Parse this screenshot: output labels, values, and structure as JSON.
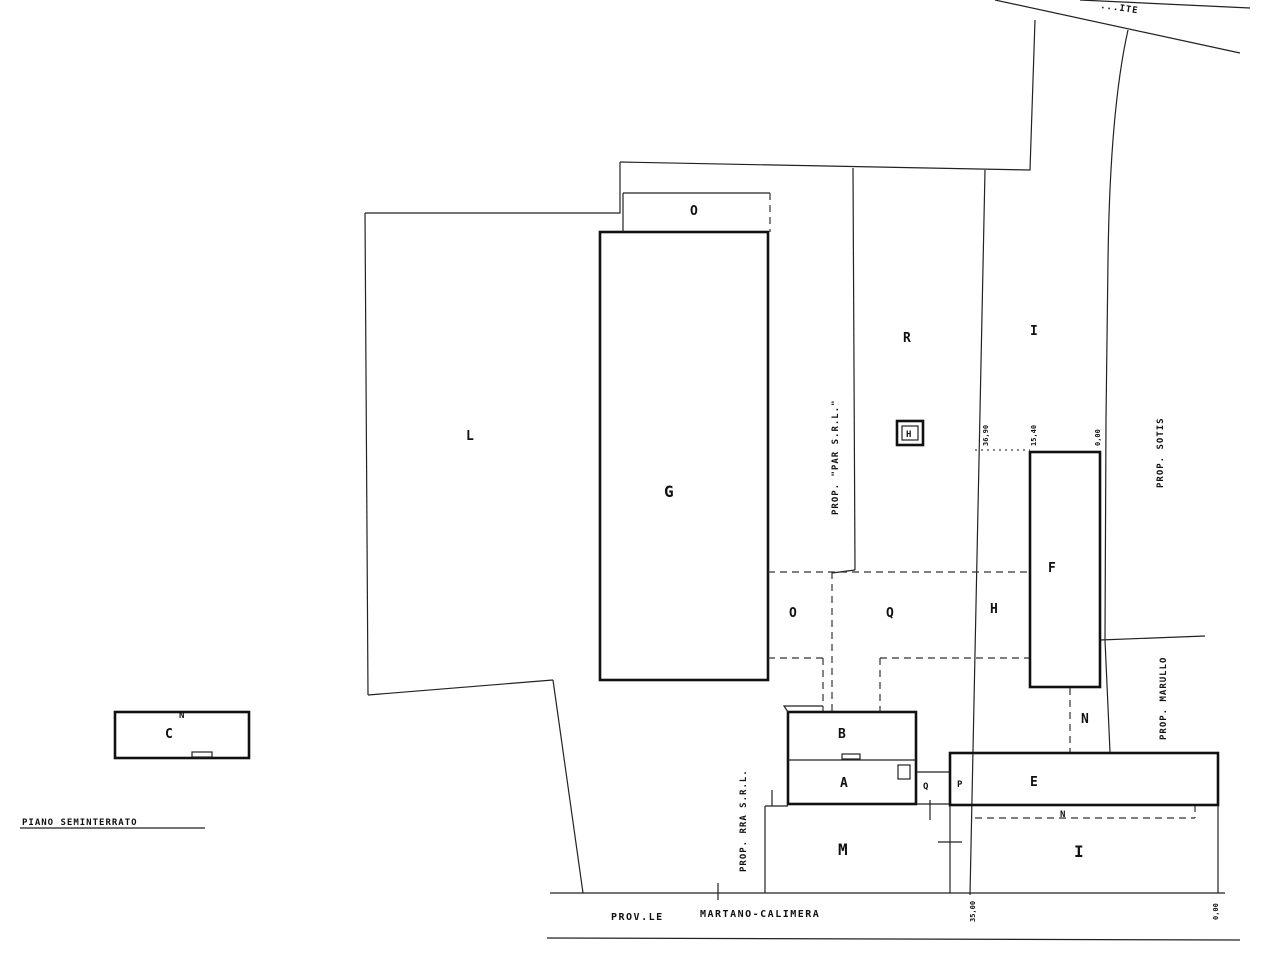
{
  "plan": {
    "title": "PIANO SEMINTERRATO",
    "road_label_left": "PROV.LE",
    "road_label_right": "MARTANO-CALIMERA",
    "top_road_label": "...ITE",
    "prop_par": "PROP. \"PAR S.R.L.\"",
    "prop_sotis": "PROP. SOTIS",
    "prop_marullo": "PROP. MARULLO",
    "prop_rra": "PROP. RRA S.R.L.",
    "dim_a": "35,00",
    "dim_b": "0,00",
    "dim_c": "36,90",
    "dim_d": "15,40",
    "dim_e": "0,00"
  },
  "zones": {
    "o_top": "O",
    "g": "G",
    "l": "L",
    "r": "R",
    "i_top": "I",
    "o_mid": "O",
    "q_mid": "Q",
    "h_mid": "H",
    "f": "F",
    "n_right": "N",
    "b": "B",
    "a": "A",
    "q_small": "Q",
    "p": "P",
    "e": "E",
    "n_under_e": "N",
    "m": "M",
    "i_bottom": "I",
    "c": "C",
    "n_c": "N",
    "h_center": "H"
  }
}
